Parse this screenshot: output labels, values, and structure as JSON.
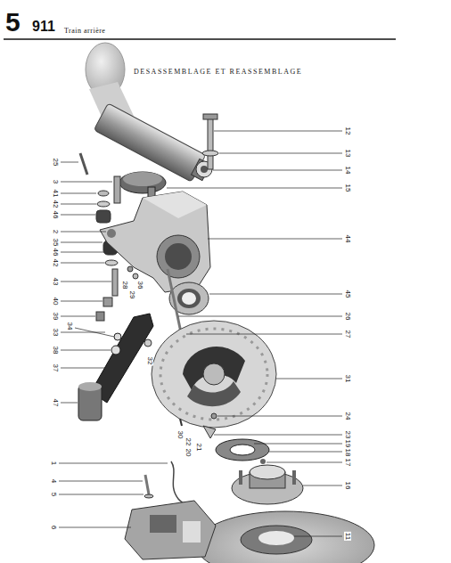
{
  "diagram": {
    "title": "DESASSEMBLAGE ET REASSEMBLAGE",
    "labels": [
      "5",
      "911",
      "Train arrière",
      "25",
      "3",
      "41",
      "42",
      "46",
      "2",
      "35",
      "46",
      "42",
      "43",
      "28",
      "29",
      "36",
      "40",
      "39",
      "33",
      "34",
      "38",
      "37",
      "32",
      "47",
      "30",
      "22",
      "20",
      "21",
      "1",
      "4",
      "5",
      "6",
      "12",
      "13",
      "14",
      "15",
      "44",
      "45",
      "26",
      "27",
      "31",
      "24",
      "23",
      "19",
      "18",
      "17",
      "16",
      "11"
    ]
  }
}
